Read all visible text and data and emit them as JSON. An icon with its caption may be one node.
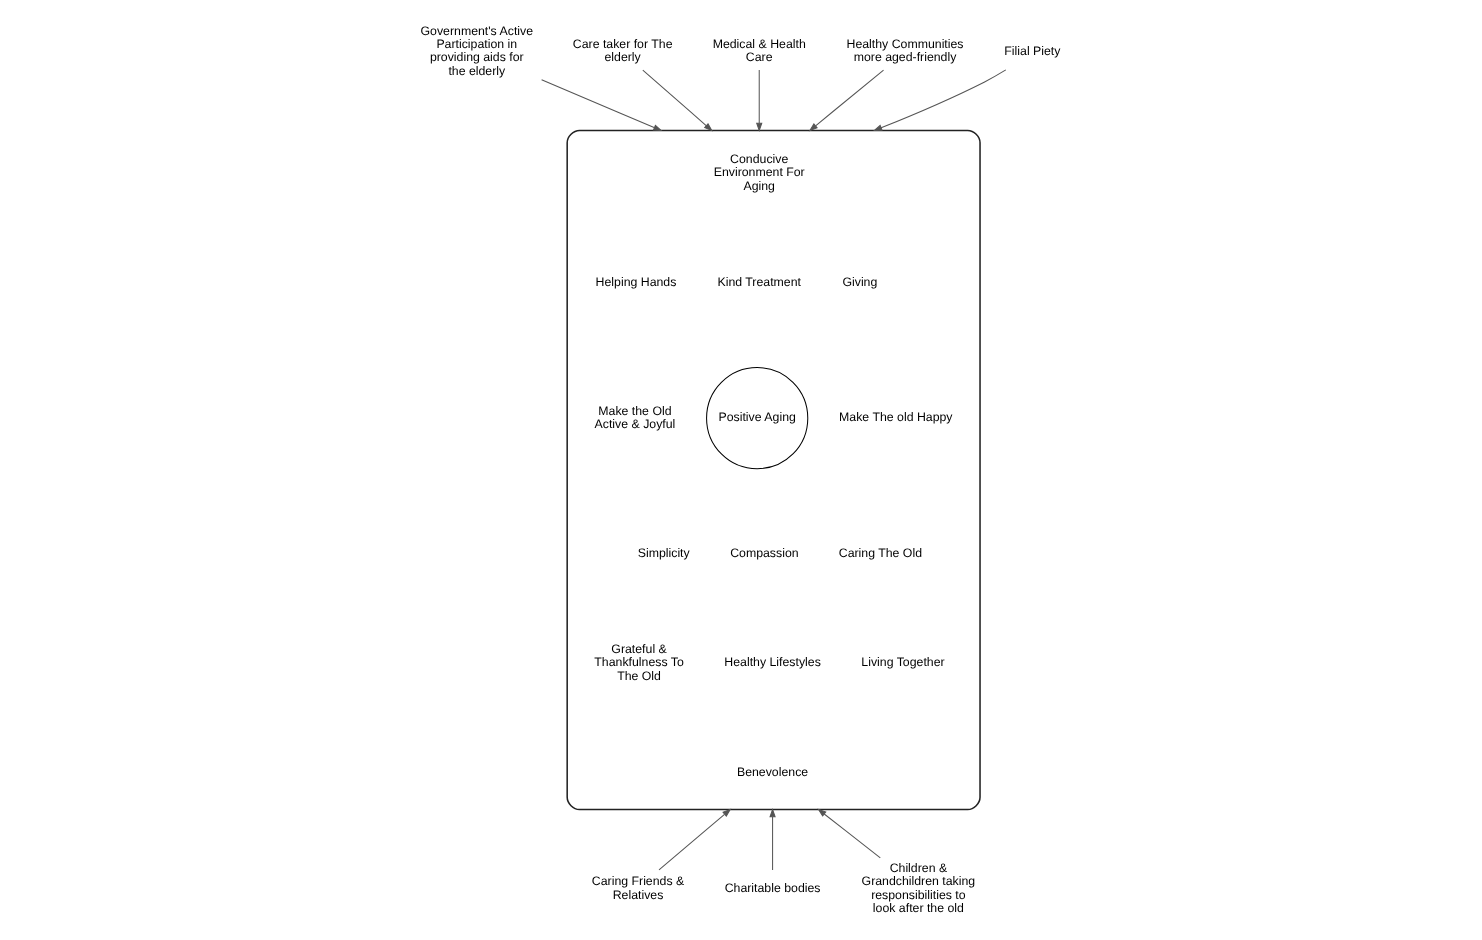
{
  "diagram": {
    "nodes": [
      {
        "text": [],
        "shape": "ellipse"
      },
      {
        "text": [
          "Positive Aging"
        ],
        "in": 0
      },
      {
        "text": [
          "Medical & Health Care"
        ]
      },
      {
        "text": [
          "Government's Active Participation in providing aids for the elderly"
        ]
      },
      {
        "text": [
          "Healthy Communities more aged-friendly"
        ]
      },
      {
        "text": [
          "Care taker for The elderly"
        ]
      },
      {
        "text": [
          "Filial Piety"
        ]
      },
      {
        "text": [
          "Caring Friends & Relatives"
        ]
      },
      {
        "text": [
          "Charitable bodies"
        ]
      },
      {
        "text": [
          "Children & Grandchildren taking responsibilities to look after the old"
        ]
      }
    ],
    "edges": [
      {
        "from": 2,
        "to": 0,
        "arrow": "to"
      },
      {
        "from": 3,
        "to": 0,
        "arrow": "to"
      },
      {
        "from": 4,
        "to": 0,
        "arrow": "to"
      },
      {
        "from": 5,
        "to": 0,
        "arrow": "to"
      },
      {
        "from": 6,
        "to": 0,
        "arrow": "to"
      },
      {
        "from": 7,
        "to": 0,
        "arrow": "to"
      },
      {
        "from": 8,
        "to": 0,
        "arrow": "to"
      },
      {
        "from": 9,
        "to": 0,
        "arrow": "to"
      }
    ],
    "labels": [
      "Conducive Environment For Aging",
      "Helping Hands",
      "Giving",
      "Kind Treatment",
      "Make The old Happy",
      "Make the Old Active & Joyful",
      "Compassion",
      "Caring The Old",
      "Simplicity",
      "Healthy Lifestyles",
      "Grateful & Thankfulness To The Old",
      "Living Together",
      "Benevolence"
    ]
  }
}
